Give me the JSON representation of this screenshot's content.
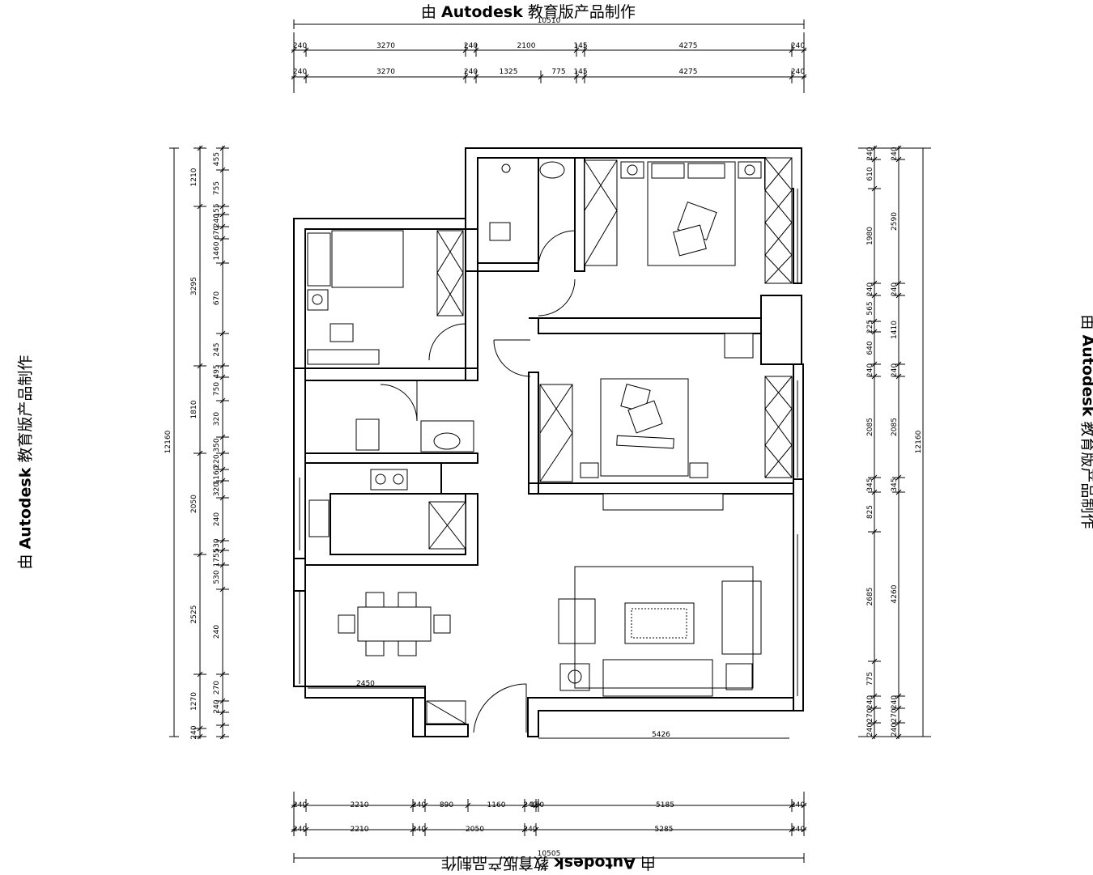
{
  "watermark": {
    "prefix": "由 ",
    "brand": "Autodesk",
    "suffix": " 教育版产品制作"
  },
  "top_dims": {
    "total": "10510",
    "row1": [
      "240",
      "3270",
      "240",
      "2100",
      "145",
      "4275",
      "240"
    ],
    "row2": [
      "240",
      "3270",
      "240",
      "1325",
      "775",
      "145",
      "4275",
      "240"
    ]
  },
  "bottom_dims": {
    "total": "10505",
    "row1": [
      "240",
      "2210",
      "240",
      "890",
      "1160",
      "240",
      "100",
      "5185",
      "240"
    ],
    "row2": [
      "240",
      "2210",
      "240",
      "2050",
      "240",
      "5285",
      "240"
    ]
  },
  "left_dims": {
    "total": "12160",
    "outer": [
      "1210",
      "3295",
      "1810",
      "2050",
      "2525",
      "1270",
      "240"
    ],
    "inner": [
      "455",
      "755",
      "155",
      "240",
      "670",
      "1460",
      "670",
      "245",
      "495",
      "750",
      "320",
      "350",
      "220",
      "1160",
      "320",
      "240",
      "530",
      "1755",
      "530",
      "240",
      "270",
      "240"
    ]
  },
  "right_dims": {
    "total": "12160",
    "outer": [
      "240",
      "2590",
      "240",
      "1410",
      "240",
      "2085",
      "345",
      "4260",
      "240",
      "270",
      "240"
    ],
    "inner": [
      "240",
      "610",
      "1980",
      "240",
      "565",
      "225",
      "640",
      "240",
      "2085",
      "345",
      "825",
      "2685",
      "775",
      "240",
      "270",
      "240"
    ]
  },
  "plan_dims": {
    "dining_width": "2450",
    "living_width": "5426"
  }
}
